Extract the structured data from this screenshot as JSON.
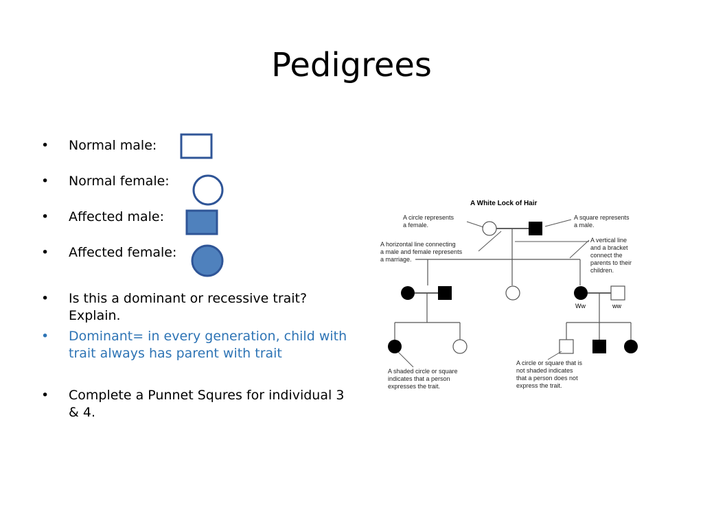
{
  "slide": {
    "title": "Pedigrees",
    "bullets": [
      {
        "text": "Normal male:"
      },
      {
        "text": "Normal female:"
      },
      {
        "text": "Affected male:"
      },
      {
        "text": "Affected female:"
      },
      {
        "text": "Is this a dominant or recessive trait? Explain."
      },
      {
        "text": "Dominant= in every generation, child with trait always has parent with trait"
      },
      {
        "text": "Complete a Punnet Squres for individual 3 & 4."
      }
    ],
    "bullet_glyph": "•",
    "colors": {
      "symbol_fill": "#4f81bd",
      "symbol_stroke": "#2f5597",
      "answer_text": "#2e74b5"
    }
  },
  "diagram": {
    "title": "A White Lock of Hair",
    "annotations": {
      "circle": [
        "A circle represents",
        "a female."
      ],
      "square": [
        "A square represents",
        "a male."
      ],
      "horizontal": [
        "A horizontal line connecting",
        "a male and female represents",
        "a marriage."
      ],
      "vertical": [
        "A vertical line",
        "and a bracket",
        "connect the",
        "parents to their",
        "children."
      ],
      "shaded": [
        "A shaded circle or square",
        "indicates that a person",
        "expresses the trait."
      ],
      "unshaded": [
        "A circle or square that is",
        "not shaded indicates",
        "that a person does not",
        "express the trait."
      ]
    },
    "genotypes": {
      "ww_upper": "Ww",
      "ww_lower": "ww"
    }
  }
}
